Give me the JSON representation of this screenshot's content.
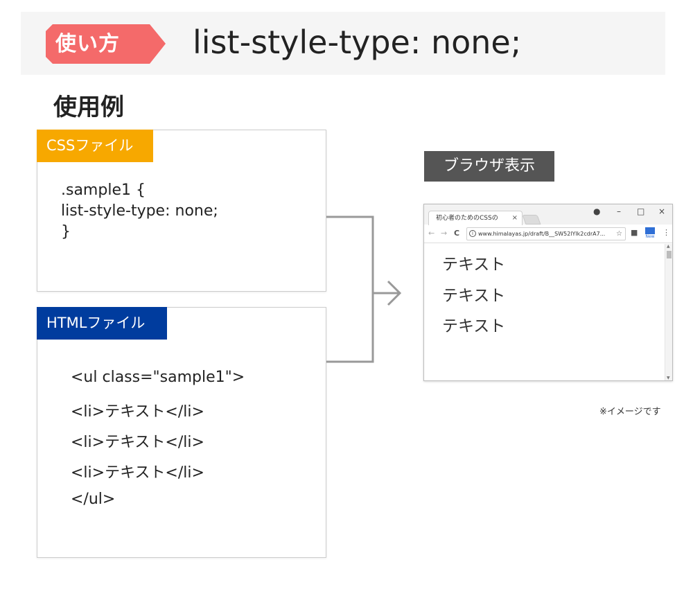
{
  "header": {
    "badge": "使い方",
    "title": "list-style-type: none;"
  },
  "section_title": "使用例",
  "css_card": {
    "label": "CSSファイル",
    "lines": [
      ".sample1 {",
      "list-style-type: none;",
      "}"
    ]
  },
  "html_card": {
    "label": "HTMLファイル",
    "lines": [
      "<ul class=\"sample1\">",
      "<li>テキスト</li>",
      "<li>テキスト</li>",
      "<li>テキスト</li>",
      "</ul>"
    ]
  },
  "browser_label": "ブラウザ表示",
  "browser": {
    "tab_title": "初心者のためのCSSの",
    "tab_close": "×",
    "window_controls": [
      "minimize",
      "maximize",
      "close"
    ],
    "url": "www.himalayas.jp/draft/B__SW52lYlk2cdrA7...",
    "new_badge": "New",
    "items": [
      "テキスト",
      "テキスト",
      "テキスト"
    ]
  },
  "note": "※イメージです",
  "colors": {
    "badge": "#f46a6a",
    "css_label": "#f7a800",
    "html_label": "#003c9e",
    "browser_label": "#555555",
    "connector": "#999999"
  }
}
